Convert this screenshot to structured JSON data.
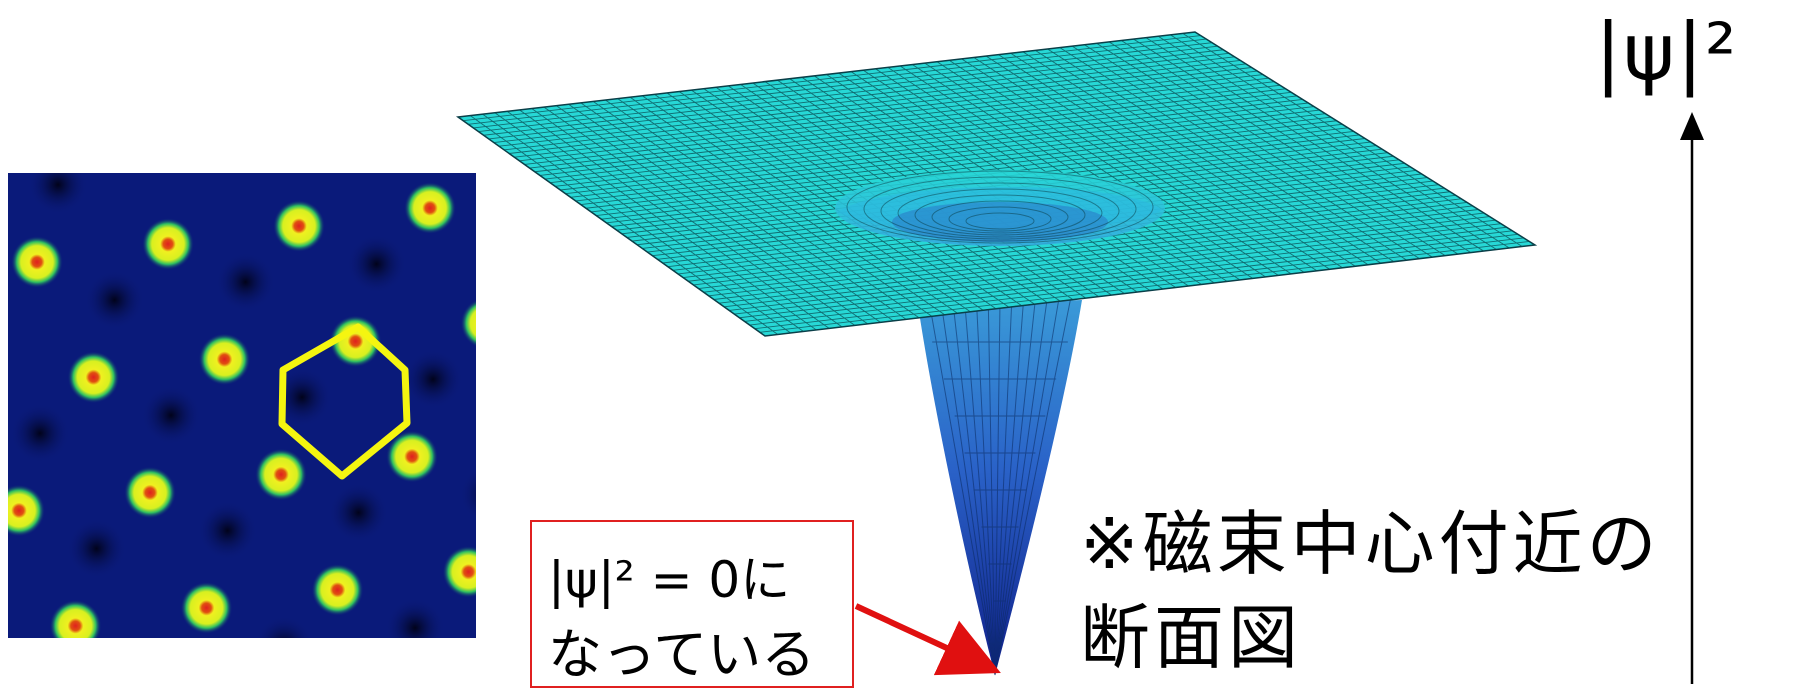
{
  "psi_axis_label": "|ψ|²",
  "note": {
    "line1": "|ψ|² = 0に",
    "line2": "なっている"
  },
  "caption": {
    "line1": "※磁束中心付近の",
    "line2": "断面図"
  },
  "colors": {
    "surface": "#27d8d6",
    "surface_dark": "#1e3fb8",
    "mesh": "#0a3c46",
    "lattice_bg": "#0a1a7a",
    "vortex_glow": "#f0f020",
    "vortex_mid": "#2fc060",
    "vortex_core": "#e02020",
    "hexagon": "#f5f510",
    "note_border": "#e02020",
    "arrow": "#e01010"
  }
}
